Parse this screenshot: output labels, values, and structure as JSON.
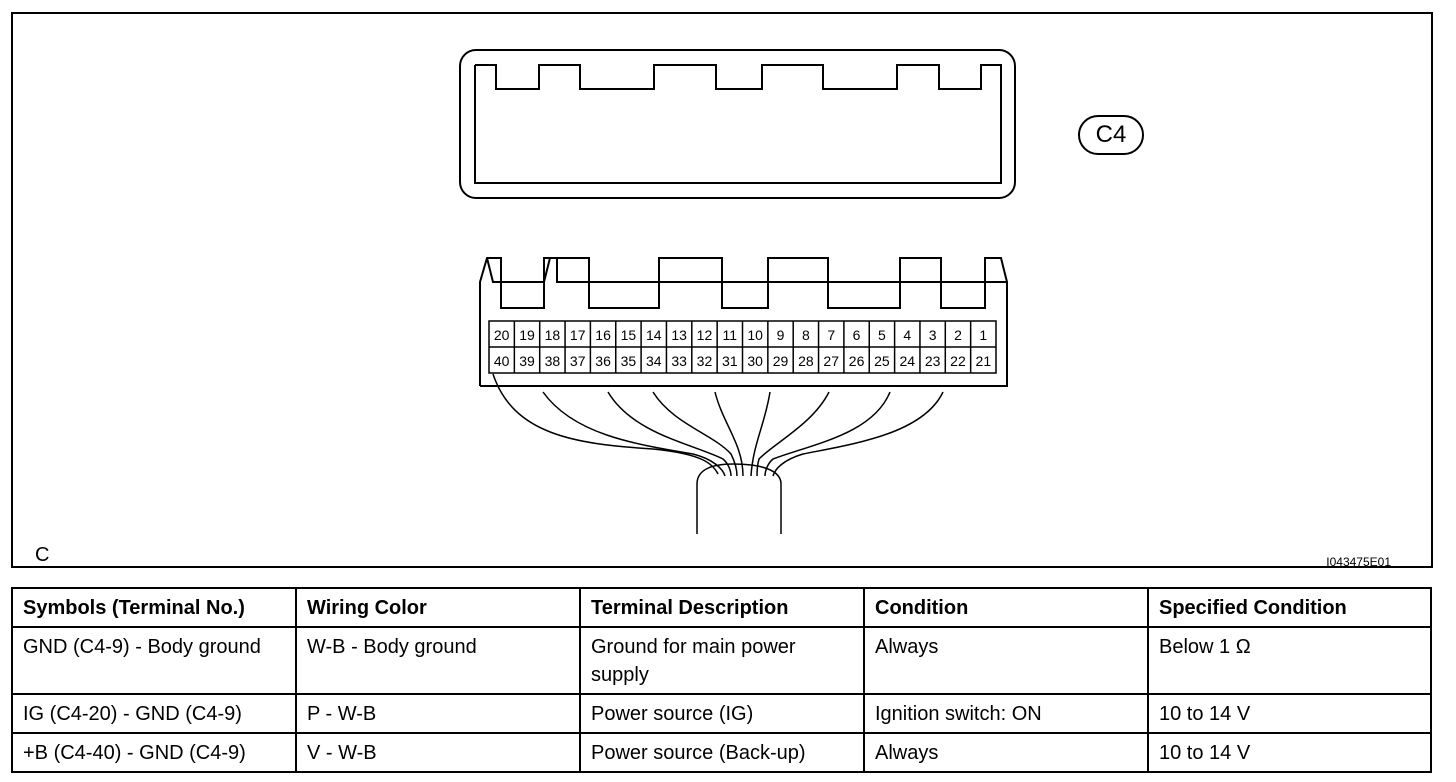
{
  "figure": {
    "letter": "C",
    "connector_label": "C4",
    "code": "I043475E01",
    "pins_top": [
      "20",
      "19",
      "18",
      "17",
      "16",
      "15",
      "14",
      "13",
      "12",
      "11",
      "10",
      "9",
      "8",
      "7",
      "6",
      "5",
      "4",
      "3",
      "2",
      "1"
    ],
    "pins_bottom": [
      "40",
      "39",
      "38",
      "37",
      "36",
      "35",
      "34",
      "33",
      "32",
      "31",
      "30",
      "29",
      "28",
      "27",
      "26",
      "25",
      "24",
      "23",
      "22",
      "21"
    ]
  },
  "table": {
    "headers": [
      "Symbols (Terminal No.)",
      "Wiring Color",
      "Terminal Description",
      "Condition",
      "Specified Condition"
    ],
    "rows": [
      [
        "GND (C4-9) - Body ground",
        "W-B - Body ground",
        "Ground for main power supply",
        "Always",
        "Below 1 Ω"
      ],
      [
        "IG (C4-20) - GND (C4-9)",
        "P - W-B",
        "Power source (IG)",
        "Ignition switch: ON",
        "10 to 14 V"
      ],
      [
        "+B (C4-40) - GND (C4-9)",
        "V - W-B",
        "Power source (Back-up)",
        "Always",
        "10 to 14 V"
      ]
    ]
  }
}
